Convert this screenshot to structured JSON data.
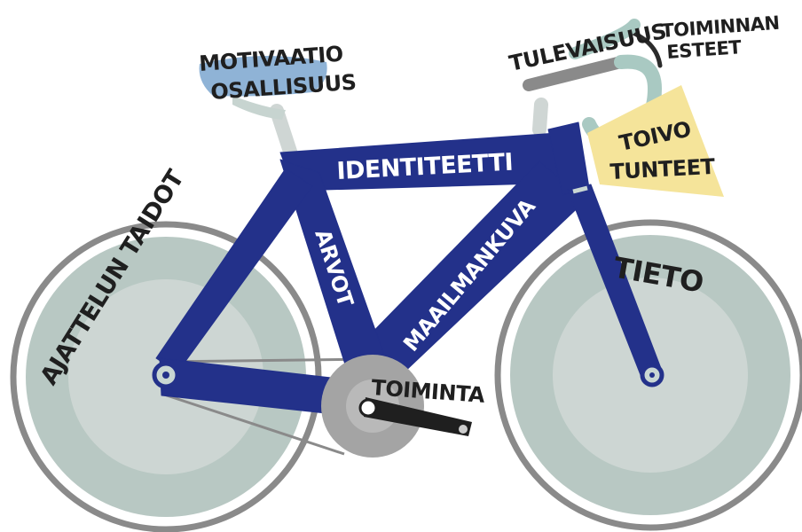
{
  "labels": {
    "motivaatio": "MOTIVAATIO",
    "osallisuus": "OSALLISUUS",
    "tulevaisuus": "TULEVAISUUS",
    "toiminnan": "TOIMINNAN",
    "esteet": "ESTEET",
    "toivo": "TOIVO",
    "tunteet": "TUNTEET",
    "identiteetti": "IDENTITEETTI",
    "arvot": "ARVOT",
    "maailmankuva": "MAAILMANKUVA",
    "tieto": "TIETO",
    "ajattelun_taidot": "AJATTELUN TAIDOT",
    "toiminta": "TOIMINTA"
  },
  "colors": {
    "frame": "#23318a",
    "wheel_outer": "#bcc8c3",
    "wheel_inner": "#cfd8d4",
    "tire": "#8a8a8a",
    "bag": "#f5e49a",
    "saddle": "#8fb3d6",
    "bar_tape": "#a9c9c2",
    "gear": "#a4a4a4",
    "chain": "#8a8a8a"
  }
}
